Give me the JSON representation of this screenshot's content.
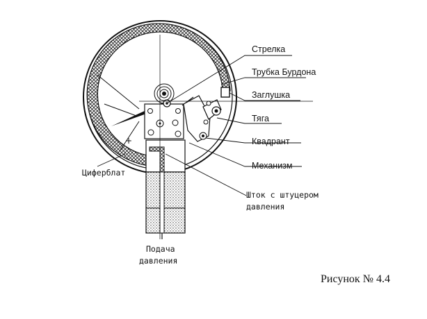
{
  "labels": {
    "needle": "Стрелка",
    "bourdon_tube": "Трубка Бурдона",
    "plug": "Заглушка",
    "rod": "Тяга",
    "quadrant": "Квадрант",
    "mechanism": "Механизм",
    "dial": "Циферблат",
    "stem_line1": "Шток с штуцером",
    "stem_line2": "давления",
    "supply_line1": "Подача",
    "supply_line2": "давления"
  },
  "caption": "Рисунок № 4.4"
}
